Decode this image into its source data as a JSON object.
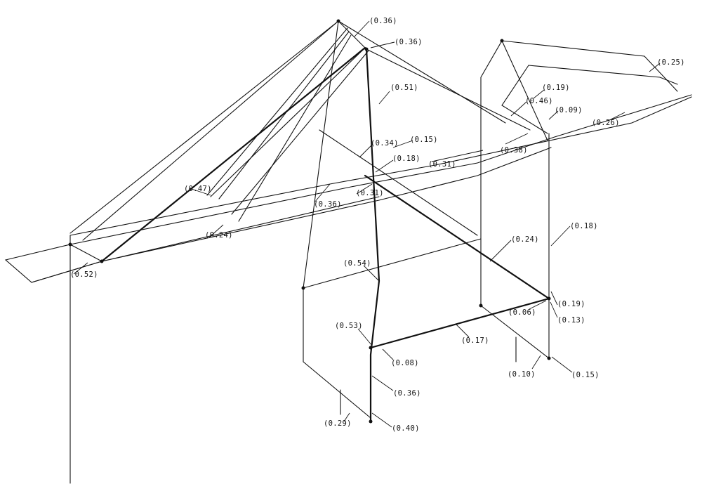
{
  "colors": {
    "ink": "#111111",
    "background": "#ffffff"
  },
  "labels": [
    "(0.36)",
    "(0.36)",
    "(0.51)",
    "(0.25)",
    "(0.19)",
    "(0.46)",
    "(0.09)",
    "(0.26)",
    "(0.34)",
    "(0.15)",
    "(0.38)",
    "(0.31)",
    "(0.18)",
    "(0.47)",
    "(0.36)",
    "(0.31)",
    "(0.24)",
    "(0.52)",
    "(0.18)",
    "(0.24)",
    "(0.54)",
    "(0.19)",
    "(0.06)",
    "(0.13)",
    "(0.53)",
    "(0.17)",
    "(0.08)",
    "(0.10)",
    "(0.15)",
    "(0.36)",
    "(0.29)",
    "(0.40)"
  ]
}
